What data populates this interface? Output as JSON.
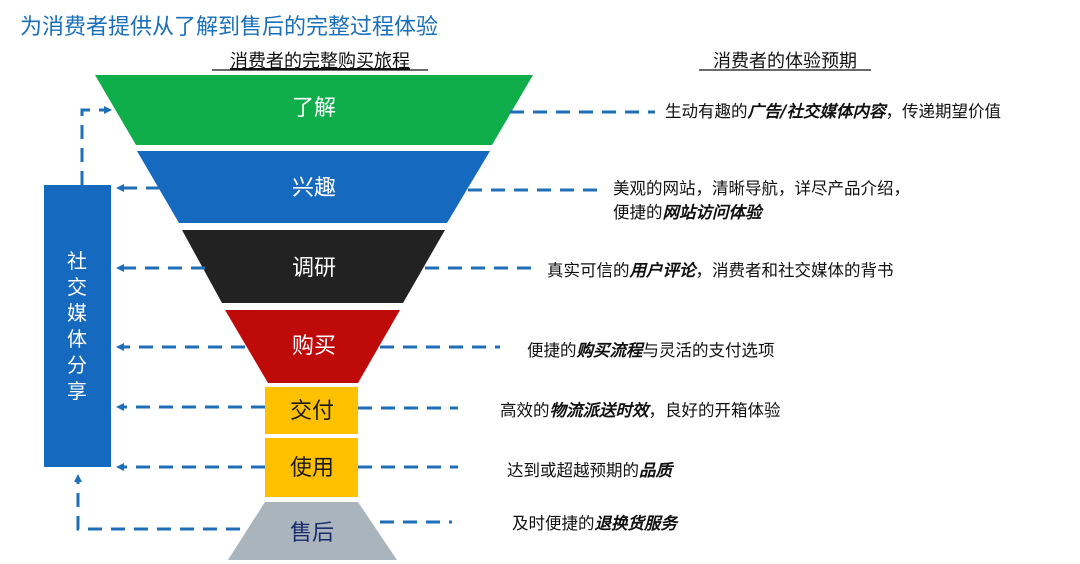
{
  "title": "为消费者提供从了解到售后的完整过程体验",
  "left_header": "消费者的完整购买旅程",
  "right_header": "消费者的体验预期",
  "side_box": {
    "chars": [
      "社",
      "交",
      "媒",
      "体",
      "分",
      "享"
    ],
    "label": "社交媒体分享"
  },
  "stages": [
    {
      "label": "了解",
      "color": "#0fae4b"
    },
    {
      "label": "兴趣",
      "color": "#1569be"
    },
    {
      "label": "调研",
      "color": "#222222"
    },
    {
      "label": "购买",
      "color": "#bf0a0a"
    },
    {
      "label": "交付",
      "color": "#ffc000"
    },
    {
      "label": "使用",
      "color": "#ffc000"
    },
    {
      "label": "售后",
      "color": "#a9b4bd"
    }
  ],
  "expectations": [
    [
      {
        "t": "生动有趣的"
      },
      {
        "t": "广告/社交媒体内容",
        "em": true
      },
      {
        "t": "，传递期望价值"
      }
    ],
    [
      {
        "t": "美观的网站，清晰导航，详尽产品介绍，"
      }
    ],
    [
      {
        "t": "便捷的"
      },
      {
        "t": "网站访问体验",
        "em": true
      }
    ],
    [
      {
        "t": "真实可信的"
      },
      {
        "t": "用户评论",
        "em": true
      },
      {
        "t": "，消费者和社交媒体的背书"
      }
    ],
    [
      {
        "t": "便捷的"
      },
      {
        "t": "购买流程",
        "em": true
      },
      {
        "t": "与灵活的支付选项"
      }
    ],
    [
      {
        "t": "高效的"
      },
      {
        "t": "物流派送时效",
        "em": true
      },
      {
        "t": "，良好的开箱体验"
      }
    ],
    [
      {
        "t": "达到或超越预期的"
      },
      {
        "t": "品质",
        "em": true
      }
    ],
    [
      {
        "t": "及时便捷的"
      },
      {
        "t": "退换货服务",
        "em": true
      }
    ]
  ]
}
